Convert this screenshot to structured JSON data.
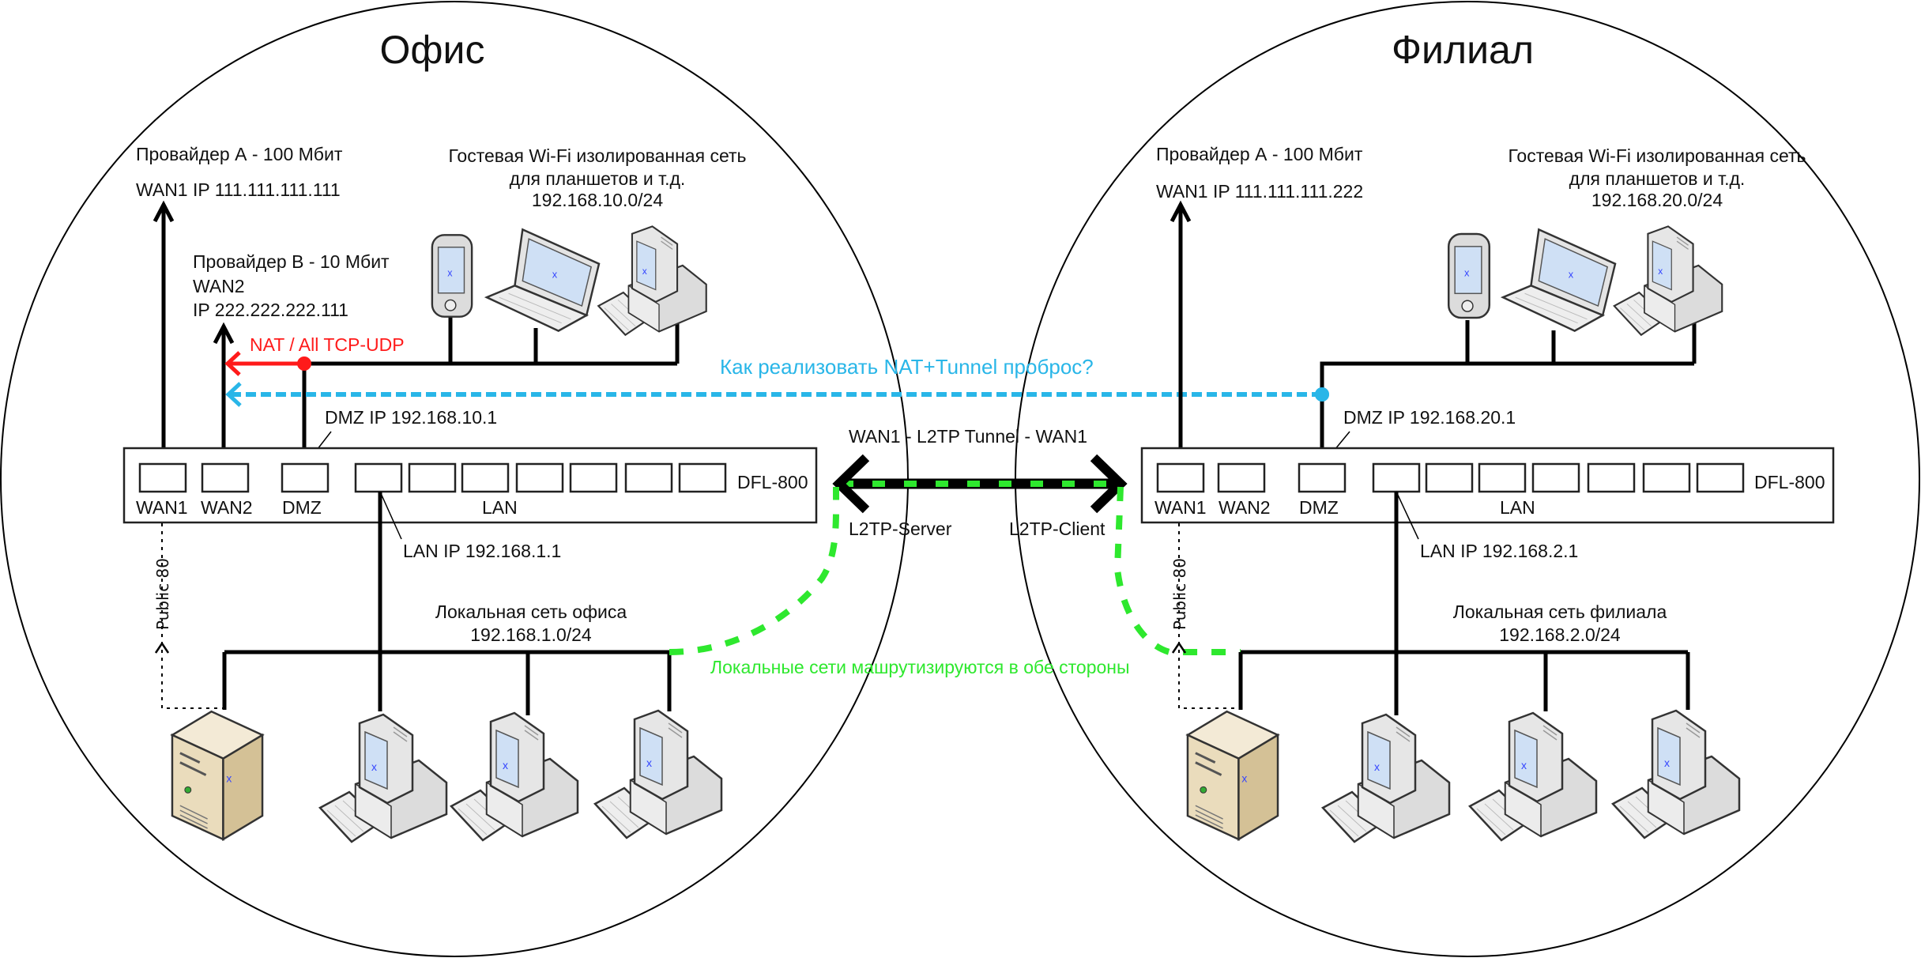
{
  "office": {
    "title": "Офис",
    "wan1_provider": "Провайдер А - 100 Мбит",
    "wan1_ip": "WAN1 IP 111.111.111.111",
    "wan2_provider": "Провайдер B - 10 Мбит",
    "wan2_label": "WAN2",
    "wan2_ip": "IP 222.222.222.111",
    "nat_label": "NAT / All TCP-UDP",
    "guest_line1": "Гостевая Wi-Fi изолированная сеть",
    "guest_line2": "для планшетов и т.д.",
    "guest_subnet": "192.168.10.0/24",
    "dmz_ip": "DMZ IP 192.168.10.1",
    "model": "DFL-800",
    "port_labels": {
      "wan1": "WAN1",
      "wan2": "WAN2",
      "dmz": "DMZ",
      "lan": "LAN"
    },
    "lan_ip": "LAN IP 192.168.1.1",
    "lan_name": "Локальная сеть офиса",
    "lan_subnet": "192.168.1.0/24",
    "public_label": "Public 80"
  },
  "branch": {
    "title": "Филиал",
    "wan1_provider": "Провайдер А - 100 Мбит",
    "wan1_ip": "WAN1 IP 111.111.111.222",
    "guest_line1": "Гостевая Wi-Fi изолированная сеть",
    "guest_line2": "для планшетов и т.д.",
    "guest_subnet": "192.168.20.0/24",
    "dmz_ip": "DMZ IP 192.168.20.1",
    "model": "DFL-800",
    "port_labels": {
      "wan1": "WAN1",
      "wan2": "WAN2",
      "dmz": "DMZ",
      "lan": "LAN"
    },
    "lan_ip": "LAN IP 192.168.2.1",
    "lan_name": "Локальная сеть филиала",
    "lan_subnet": "192.168.2.0/24",
    "public_label": "Public 80"
  },
  "tunnel": {
    "label": "WAN1 - L2TP Tunnel - WAN1",
    "server": "L2TP-Server",
    "client": "L2TP-Client",
    "question": "Как реализовать NAT+Tunnel проброс?",
    "routing_note": "Локальные сети машрутизируются в обе стороны"
  },
  "colors": {
    "nat": "#ff1a1a",
    "question": "#29b6e8",
    "routing": "#2ee82e",
    "lines": "#000000"
  },
  "icons": [
    "pda-icon",
    "laptop-icon",
    "desktop-pc-icon",
    "server-icon"
  ]
}
